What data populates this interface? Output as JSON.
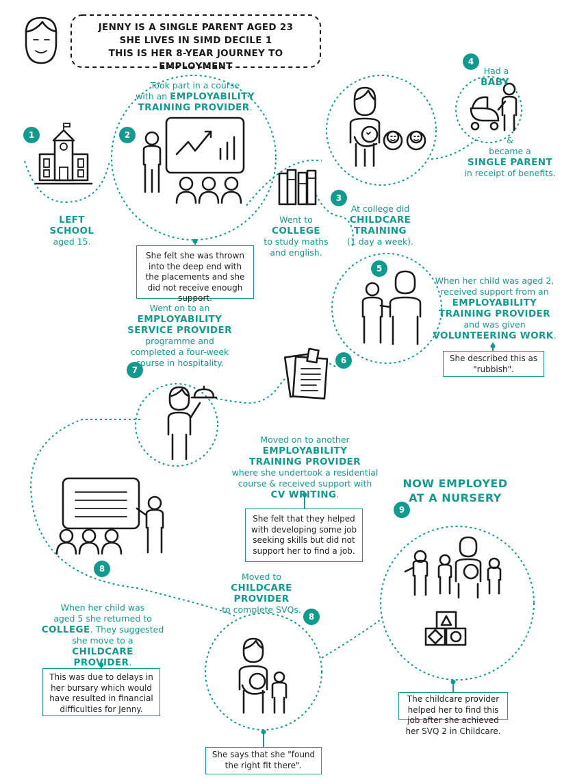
{
  "header": {
    "line1": "JENNY IS A SINGLE PARENT AGED 23",
    "line2": "SHE LIVES IN SIMD DECILE 1",
    "line3": "THIS IS HER 8-YEAR JOURNEY TO EMPLOYMENT"
  },
  "steps": {
    "s1": {
      "badge": "1",
      "title1": "LEFT",
      "title2": "SCHOOL",
      "sub": "aged 15."
    },
    "s2": {
      "badge": "2",
      "pre1": "Took part in a course",
      "pre2": "with an",
      "title1": "EMPLOYABILITY",
      "title2": "TRAINING PROVIDER",
      "post": ".",
      "note": "She felt she was thrown into the deep end with the placements and she did not receive enough support."
    },
    "s3": {
      "badge": "3",
      "a_pre": "Went to",
      "a_title": "COLLEGE",
      "a_sub1": "to study maths",
      "a_sub2": "and english.",
      "b_pre": "At college did",
      "b_title1": "CHILDCARE",
      "b_title2": "TRAINING",
      "b_sub": "(1 day a week)."
    },
    "s4": {
      "badge": "4",
      "pre": "Had a",
      "title1": "BABY",
      "post": ".",
      "amp": "&",
      "mid": "became a",
      "title2": "SINGLE PARENT",
      "sub": "in receipt of benefits."
    },
    "s5": {
      "badge": "5",
      "pre1": "When her child was aged 2,",
      "pre2": "received support from an",
      "title1": "EMPLOYABILITY",
      "title2": "TRAINING PROVIDER",
      "mid": "and was given",
      "title3": "VOLUNTEERING WORK",
      "post": ".",
      "note1": "She described this as",
      "note2": "\"rubbish\"."
    },
    "s6": {
      "badge": "6",
      "pre": "Moved on to another",
      "title1": "EMPLOYABILITY",
      "title2": "TRAINING PROVIDER",
      "sub1": "where she undertook a residential",
      "sub2": "course & received support with",
      "title3": "CV WRITING",
      "post": ".",
      "note": "She felt that they helped with developing some job seeking skills but did not support her to find a job."
    },
    "s7": {
      "badge": "7",
      "pre": "Went on to an",
      "title1": "EMPLOYABILITY",
      "title2": "SERVICE PROVIDER",
      "sub1": "programme and",
      "sub2": "completed a four-week",
      "sub3": "course in hospitality."
    },
    "s8a": {
      "badge": "8",
      "pre1": "When her child was",
      "pre2": "aged 5 she returned to",
      "title1": "COLLEGE",
      "mid1": ". They suggested",
      "mid2": "she move to a",
      "title2": "CHILDCARE",
      "title3": "PROVIDER",
      "post": ".",
      "note": "This was due to delays in her bursary which would have resulted in financial difficulties for Jenny."
    },
    "s8b": {
      "badge": "8",
      "pre": "Moved to",
      "title1": "CHILDCARE",
      "title2": "PROVIDER",
      "sub": "to complete SVQs.",
      "note": "She says that she \"found the right fit there\"."
    },
    "s9": {
      "badge": "9",
      "title1": "NOW EMPLOYED",
      "title2": "AT A NURSERY",
      "note": "The childcare provider helped her to find this job after she achieved her SVQ 2 in Childcare."
    }
  },
  "colors": {
    "accent": "#139a8f",
    "ink": "#1a1a1a"
  },
  "icons": [
    "face-icon",
    "school-building-icon",
    "presentation-board-icon",
    "audience-icon",
    "books-icon",
    "parent-with-baby-icon",
    "babies-icon",
    "pram-icon",
    "mentor-icon",
    "documents-icon",
    "waiter-icon",
    "classroom-icon",
    "nursery-icon",
    "toy-blocks-icon"
  ]
}
